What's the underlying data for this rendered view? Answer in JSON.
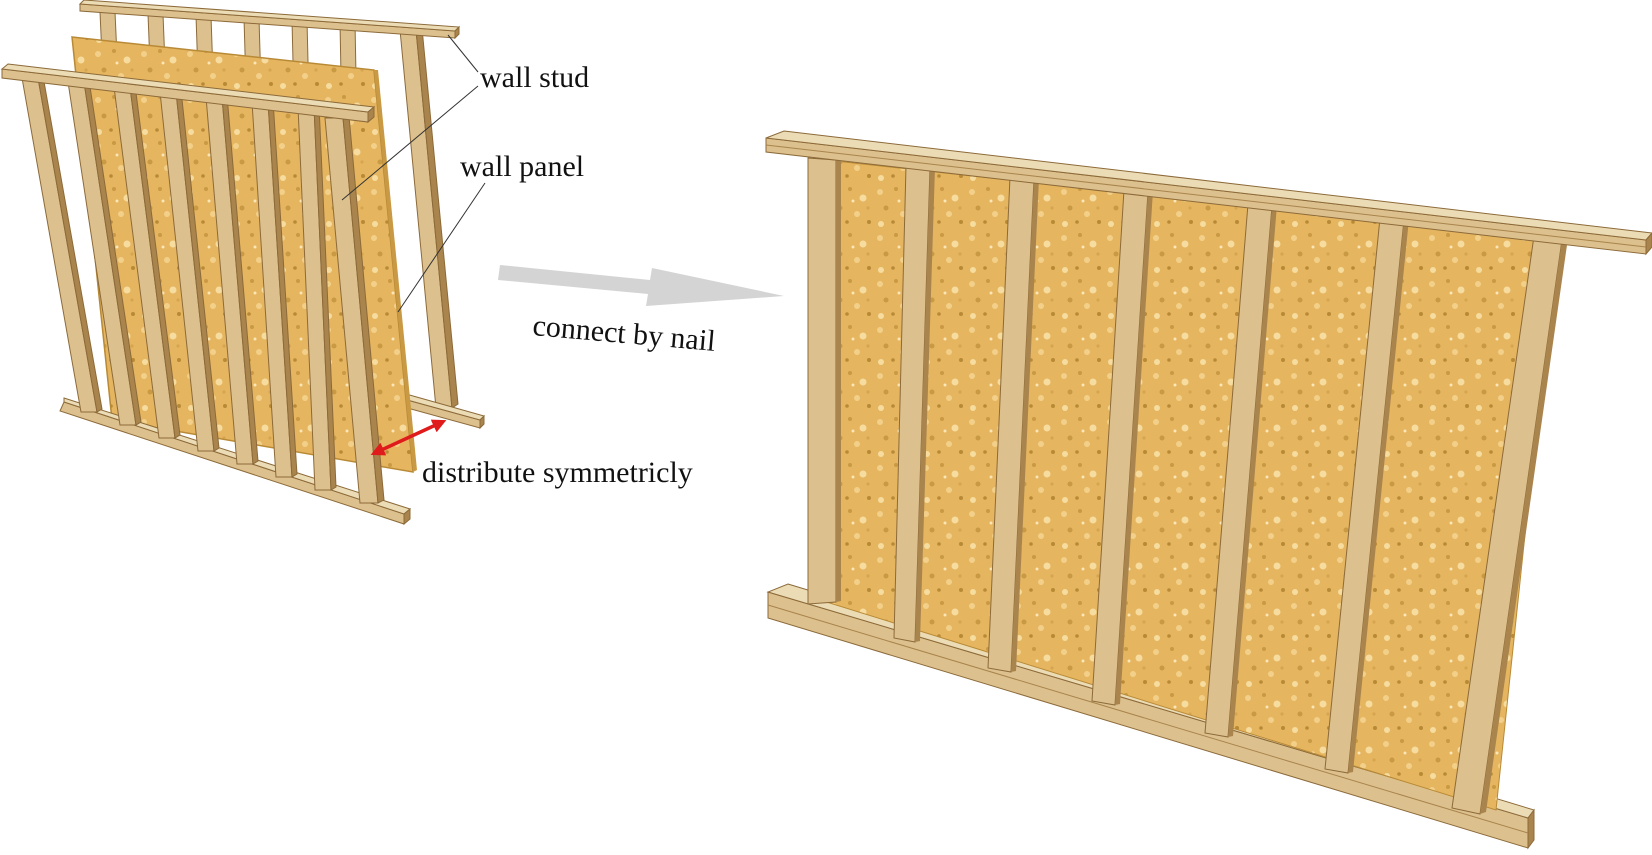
{
  "labels": {
    "wall_stud": "wall stud",
    "wall_panel": "wall panel",
    "connect_by_nail": "connect by nail",
    "distribute": "distribute symmetricly"
  },
  "colors": {
    "wood_face": "#dcc08d",
    "wood_light": "#ecdcb6",
    "wood_dark": "#a9844d",
    "wood_shadow": "#8c6a39",
    "osb": "#e5b560",
    "osb_dark": "#c99a43",
    "osb_light": "#f3d08a",
    "arrow_gray": "#d4d4d4",
    "arrow_red": "#e01b1b",
    "leader": "#333333"
  }
}
